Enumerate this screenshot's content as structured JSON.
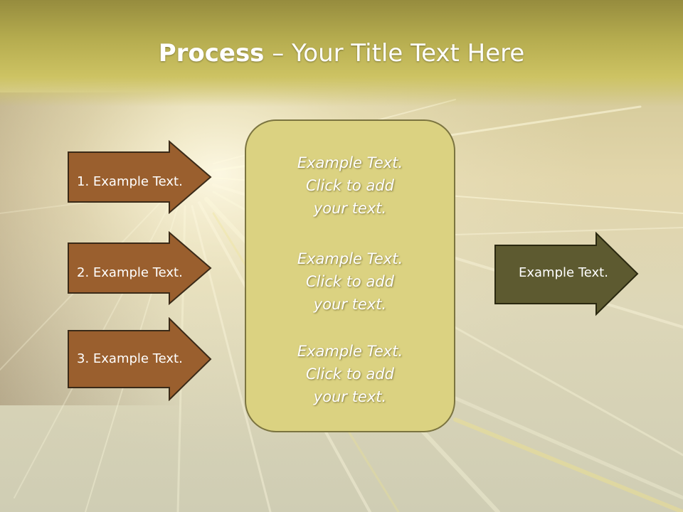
{
  "slide": {
    "title_bold": "Process",
    "title_rest": " – Your Title Text Here",
    "left_arrows": [
      {
        "label": "1. Example Text."
      },
      {
        "label": "2. Example Text."
      },
      {
        "label": "3. Example Text."
      }
    ],
    "center_blocks": [
      {
        "line1": "Example Text.",
        "line2": "Click  to add",
        "line3": "your text."
      },
      {
        "line1": "Example Text.",
        "line2": "Click  to add",
        "line3": "your text."
      },
      {
        "line1": "Example Text.",
        "line2": "Click  to add",
        "line3": "your text."
      }
    ],
    "right_arrow": {
      "label": "Example Text."
    }
  },
  "colors": {
    "title_band": "#b4ab4e",
    "left_arrow_fill": "#9a5f2e",
    "right_arrow_fill": "#5d5a30",
    "center_box_fill": "#dbd281",
    "text": "#ffffff"
  }
}
